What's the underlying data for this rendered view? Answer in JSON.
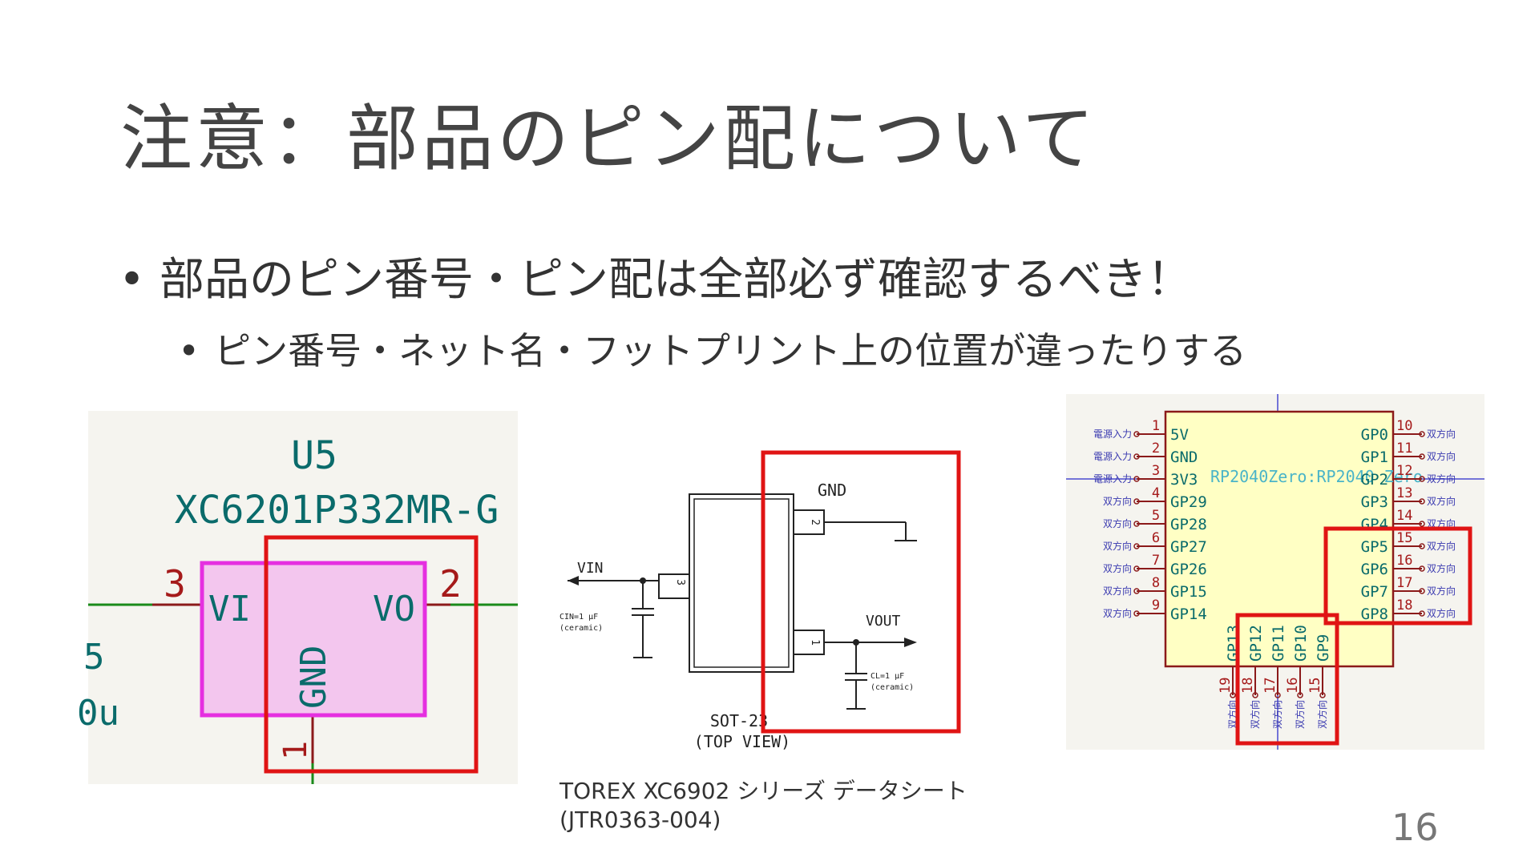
{
  "slide": {
    "title": "注意：部品のピン配について",
    "bullet1": "部品のピン番号・ピン配は全部必ず確認するべき！",
    "bullet2": "ピン番号・ネット名・フットプリント上の位置が違ったりする",
    "page_number": "16",
    "bullet_glyph": "•"
  },
  "fig1": {
    "ref": "U5",
    "value": "XC6201P332MR-G",
    "pin_vi_num": "3",
    "pin_vi_name": "VI",
    "pin_vo_num": "2",
    "pin_vo_name": "VO",
    "pin_gnd_name": "GND",
    "pin_gnd_num": "1",
    "left_partial1": "5",
    "left_partial2": "0u"
  },
  "fig2": {
    "gnd_label": "GND",
    "vin_label": "VIN",
    "vout_label": "VOUT",
    "cin_label": "CIN=1 μF",
    "cin_sub": "(ceramic)",
    "cl_label": "CL=1 μF",
    "cl_sub": "(ceramic)",
    "pkg_label": "SOT-23",
    "view_label": "(TOP VIEW)",
    "pin1": "1",
    "pin2": "2",
    "pin3": "3",
    "caption_line1": "TOREX XC6902 シリーズ データシート",
    "caption_line2": "(JTR0363-004)"
  },
  "fig3": {
    "overlay_text": "RP2040Zero:RP2040 Zero",
    "left_pins": [
      {
        "num": "1",
        "name": "5V",
        "type": "電源入力"
      },
      {
        "num": "2",
        "name": "GND",
        "type": "電源入力"
      },
      {
        "num": "3",
        "name": "3V3",
        "type": "電源入力"
      },
      {
        "num": "4",
        "name": "GP29",
        "type": "双方向"
      },
      {
        "num": "5",
        "name": "GP28",
        "type": "双方向"
      },
      {
        "num": "6",
        "name": "GP27",
        "type": "双方向"
      },
      {
        "num": "7",
        "name": "GP26",
        "type": "双方向"
      },
      {
        "num": "8",
        "name": "GP15",
        "type": "双方向"
      },
      {
        "num": "9",
        "name": "GP14",
        "type": "双方向"
      }
    ],
    "right_pins": [
      {
        "num": "10",
        "name": "GP0",
        "type": "双方向"
      },
      {
        "num": "11",
        "name": "GP1",
        "type": "双方向"
      },
      {
        "num": "12",
        "name": "GP2",
        "type": "双方向"
      },
      {
        "num": "13",
        "name": "GP3",
        "type": "双方向"
      },
      {
        "num": "14",
        "name": "GP4",
        "type": "双方向"
      },
      {
        "num": "15",
        "name": "GP5",
        "type": "双方向"
      },
      {
        "num": "16",
        "name": "GP6",
        "type": "双方向"
      },
      {
        "num": "17",
        "name": "GP7",
        "type": "双方向"
      },
      {
        "num": "18",
        "name": "GP8",
        "type": "双方向"
      }
    ],
    "bottom_pins": [
      {
        "num": "19",
        "name": "GP13",
        "type": "双方向"
      },
      {
        "num": "18",
        "name": "GP12",
        "type": "双方向"
      },
      {
        "num": "17",
        "name": "GP11",
        "type": "双方向"
      },
      {
        "num": "16",
        "name": "GP10",
        "type": "双方向"
      },
      {
        "num": "15",
        "name": "GP9",
        "type": "双方向"
      }
    ]
  }
}
